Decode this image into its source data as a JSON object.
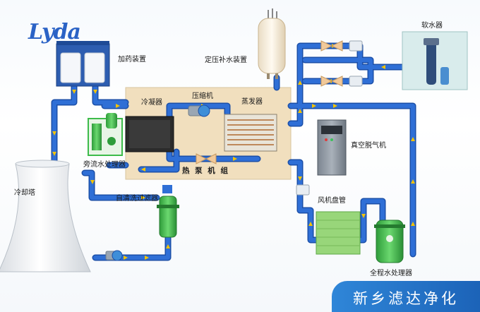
{
  "brand": {
    "logo_text": "Lyda",
    "banner_text": "新乡滤达净化"
  },
  "labels": {
    "dosing_device": "加药装置",
    "pressurizer": "定压补水装置",
    "softener": "软水器",
    "condenser": "冷凝器",
    "compressor": "压缩机",
    "evaporator": "蒸发器",
    "bypass_treater": "旁流水处理器",
    "heat_pump": "热 泵 机 组",
    "vacuum_degasser": "真空脱气机",
    "self_clean_filter": "自清洗过滤器",
    "cooling_tower": "冷却塔",
    "fan_coil": "风机盘管",
    "full_treater": "全程水处理器"
  },
  "colors": {
    "pipe": "#2f6fd6",
    "pipe_edge": "#1b4fa8",
    "arrow": "#f4c300",
    "heat_pump_box": "#f1dfbe",
    "equipment_green": "#3dbb4a",
    "fan_coil_green": "#98d67a",
    "banner_blue": "#1f6bc0"
  }
}
